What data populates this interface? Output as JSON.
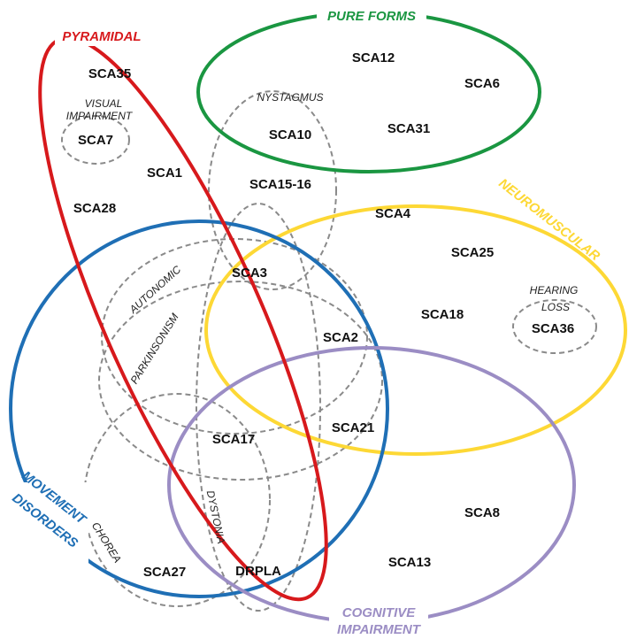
{
  "categories": {
    "pure_forms": "PURE FORMS",
    "pyramidal": "PYRAMIDAL",
    "neuromuscular": "NEUROMUSCULAR",
    "movement_line1": "MOVEMENT",
    "movement_line2": "DISORDERS",
    "cognitive_line1": "COGNITIVE",
    "cognitive_line2": "IMPAIRMENT"
  },
  "subgroups": {
    "visual_line1": "VISUAL",
    "visual_line2": "IMPAIRMENT",
    "nystagmus": "NYSTAGMUS",
    "hearing_line1": "HEARING",
    "hearing_line2": "LOSS",
    "autonomic": "AUTONOMIC",
    "parkinsonism": "PARKINSONISM",
    "chorea": "CHOREA",
    "dystonia": "DYSTONIA"
  },
  "types": {
    "sca35": "SCA35",
    "sca7": "SCA7",
    "sca1": "SCA1",
    "sca28": "SCA28",
    "sca12": "SCA12",
    "sca6": "SCA6",
    "sca10": "SCA10",
    "sca31": "SCA31",
    "sca15_16": "SCA15-16",
    "sca4": "SCA4",
    "sca25": "SCA25",
    "sca3": "SCA3",
    "sca18": "SCA18",
    "sca36": "SCA36",
    "sca2": "SCA2",
    "sca17": "SCA17",
    "sca21": "SCA21",
    "sca8": "SCA8",
    "sca13": "SCA13",
    "sca27": "SCA27",
    "drpla": "DRPLA"
  },
  "colors": {
    "pure_forms": "#1a9641",
    "pyramidal": "#d7191c",
    "neuromuscular": "#fdd835",
    "movement": "#1f6fb5",
    "cognitive": "#9b8dc4",
    "dashed": "#8a8a8a"
  }
}
